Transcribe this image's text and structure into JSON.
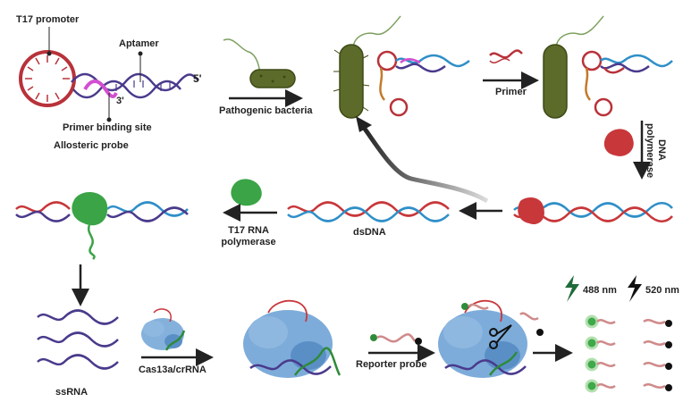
{
  "labels": {
    "t17_promoter": "T17 promoter",
    "aptamer": "Aptamer",
    "five_prime": "5'",
    "three_prime": "3'",
    "primer_binding_site": "Primer binding site",
    "allosteric_probe": "Allosteric probe",
    "pathogenic_bacteria": "Pathogenic bacteria",
    "primer": "Primer",
    "dna_polymerase_line1": "DNA",
    "dna_polymerase_line2": "polymerase",
    "dsdna": "dsDNA",
    "t17_rna_line1": "T17 RNA",
    "t17_rna_line2": "polymerase",
    "ssrna": "ssRNA",
    "cas13a": "Cas13a/crRNA",
    "reporter_probe": "Reporter probe",
    "ex_488": "488 nm",
    "em_520": "520 nm"
  },
  "colors": {
    "promoter_red": "#b8323a",
    "dna_purple": "#4a3a8c",
    "dna_blue": "#2f8fc8",
    "primer_pink": "#d24fd0",
    "bacteria_green": "#5c6b2a",
    "polymerase_red": "#c8373a",
    "t17_green": "#3aa447",
    "cas_blue": "#6fa3d6",
    "crrna_green": "#2e8b3a",
    "fluor_green": "#3ea84a",
    "arrow": "#222222"
  }
}
